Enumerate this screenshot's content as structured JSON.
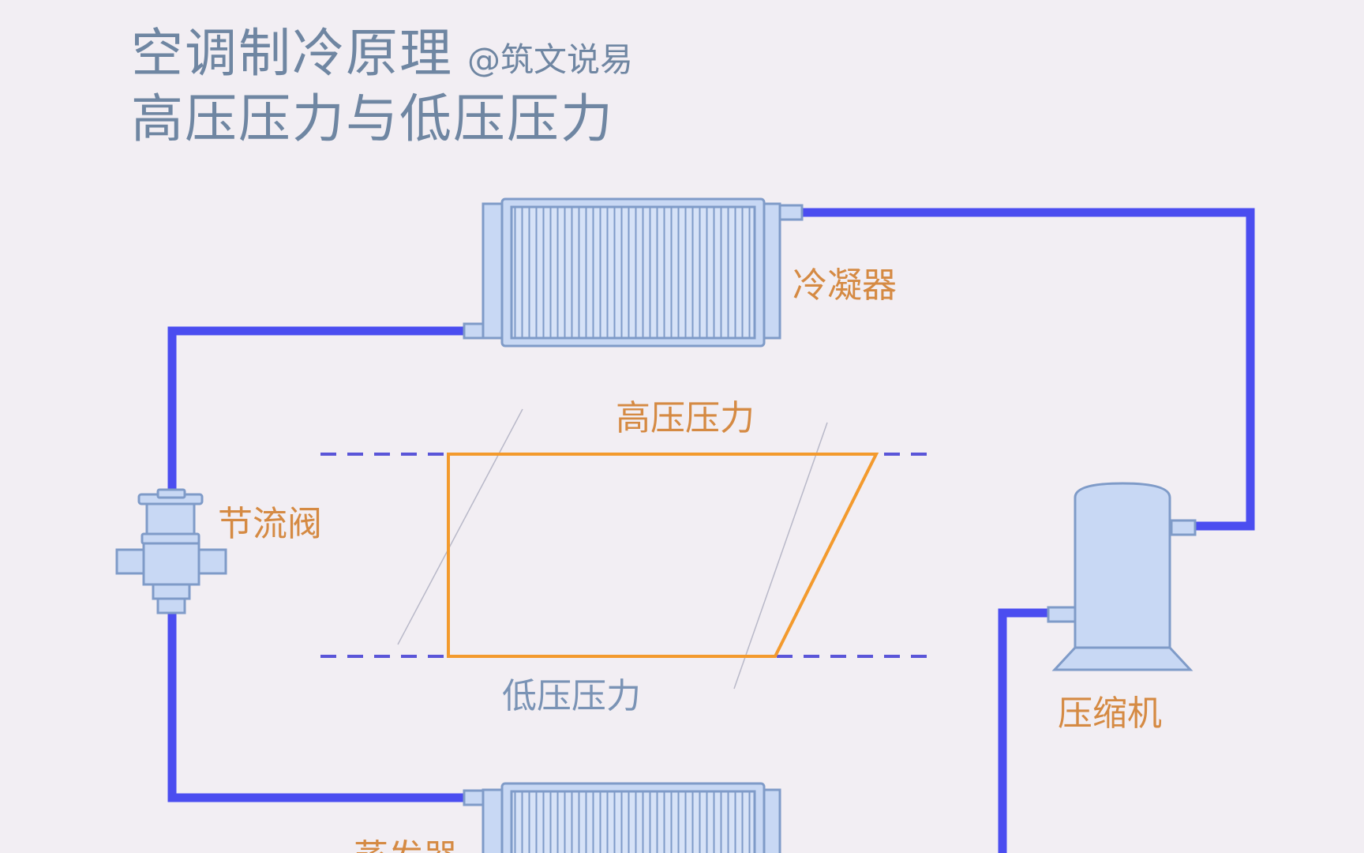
{
  "title": {
    "main": "空调制冷原理",
    "credit": "@筑文说易",
    "subtitle": "高压压力与低压压力"
  },
  "labels": {
    "condenser": "冷凝器",
    "throttle_valve": "节流阀",
    "compressor": "压缩机",
    "evaporator": "蒸发器",
    "high_pressure": "高压压力",
    "low_pressure": "低压压力"
  },
  "colors": {
    "pipe": "#4b4df0",
    "component_fill": "#c8d8f4",
    "component_stroke": "#7f9bc8",
    "cycle_line": "#f39a2d",
    "pressure_dash": "#5a55d8",
    "label_text": "#d58a43"
  },
  "icons": [
    "condenser-coil-icon",
    "evaporator-coil-icon",
    "expansion-valve-icon",
    "compressor-icon"
  ]
}
